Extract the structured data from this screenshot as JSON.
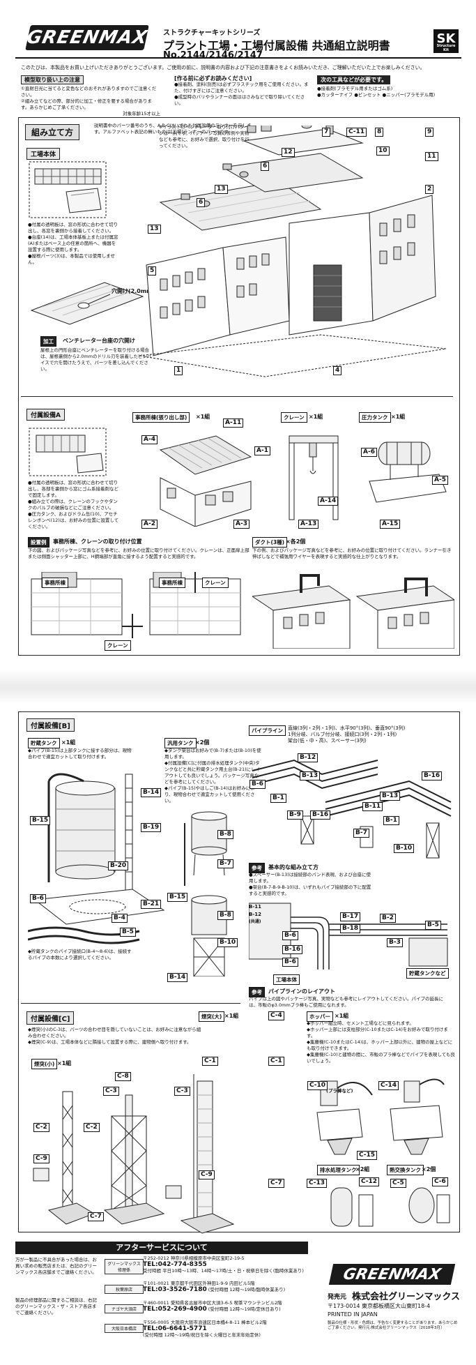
{
  "header": {
    "logo": "GREENMAX",
    "series": "ストラクチャーキットシリーズ",
    "title": "プラント工場・工場付属設備 共通組立説明書",
    "model_no": "No.2144/2146/2147",
    "badge": "SK",
    "badge_sub": "Structure Kit"
  },
  "intro": "このたびは、本製品をお買い上げいただきありがとうございます。ご使用の前に、説明書の内容および下記の注意書きをよくお読みいただき、ご理解いただいた上でお楽しみください。",
  "notes": {
    "handling": {
      "title": "模型取り扱い上の注意",
      "lines": [
        "①直射日光に当てると変色などのおそれがありますのでご注意ください。",
        "②組み立てなどの際、部分的に加工・修正を要する場合があります。あらかじめご了承ください。"
      ],
      "age": "対象年齢15才以上"
    },
    "caution": {
      "title": "[作る前に必ずお読みください]",
      "lines": [
        "●接着剤、塗料(別売)は必ずプラスチック用をご使用ください。また、付けすぎにはご注意ください。",
        "●成型時のバリやランナーの面ははさみなどで取り除いてください。"
      ]
    },
    "tools": {
      "title": "次の工具などが必要です。",
      "lines": [
        "●接着剤(プラモデル用またはゴム系)",
        "●カッターナイフ ●ピンセット ●ニッパー(プラモデル用)"
      ]
    }
  },
  "assembly": {
    "title": "組み立て方",
    "desc": "説明書中のパーツ番号のうち、A-B-Cはいずれも付属設備のランナーを示します。アルファベット表記の無いものは[工場]ランナーのパーツです。",
    "factory": {
      "title": "工場本体",
      "illust_note": "※イラストのベンチレーター取り付けパターンは一例です。パッケージ写真の作例や実物なども参考に、お好みで選択、取り付けを行ってください。",
      "notes": [
        "●付属の透明板は、窓の形状に合わせて切り出し、各窓を裏側から接着してください。",
        "●台座(14)は、工場本体基板上または付属窓(A)またはベース上の任意の箇所へ、機器を設置する際に使用します。",
        "●屋根パーツ(3)は、本製品では使用しません。"
      ],
      "hole": "穴開け(2.0mm)",
      "ventilator_tag": "加工",
      "ventilator_title": "ベンチレーター台座の穴開け",
      "ventilator_text": "屋根上の円形台座にベンチレーターを取り付ける場合は、屋根裏側から2.0mmのドリル刃を装着したピンバイスで穴を開けたうえで、パーツを差し込んでください。",
      "parts": [
        "7",
        "C-11",
        "8",
        "9",
        "10",
        "11",
        "12",
        "6",
        "13",
        "6",
        "13",
        "5",
        "2",
        "1",
        "4"
      ]
    },
    "equipA": {
      "title": "付属設備A",
      "office": "事務所棟(張り出し部)",
      "office_qty": "×1組",
      "crane": "クレーン",
      "crane_qty": "×1組",
      "tank": "圧力タンク",
      "tank_qty": "×1組",
      "notes": [
        "●付属の透明板は、窓の形状に合わせて切り出し、各部を裏側から窓にゴム系接着剤などで固定します。",
        "●組み立ての際は、クレーンのフックやタンクのバルブの破損などにご注意ください。",
        "●圧力タンク、およびドラム缶(10)、アセチレンボンベ(12)は、お好みの位置に設置してください。"
      ],
      "parts_office": [
        "A-11",
        "A-4",
        "A-1",
        "A-2",
        "A-3"
      ],
      "parts_crane": [
        "A-14",
        "A-13"
      ],
      "parts_tank": [
        "A-6",
        "A-5",
        "A-15"
      ],
      "install_title": "設置例",
      "install_sub": "事務所棟、クレーンの取り付け位置",
      "install_text": "下の図、およびパッケージ写真などを参考に、お好みの位置に取り付けてください。クレーンは、正面扉上部または側面シャッター上部に、H鋼端部が直角に接するよう配置すると実感的です。",
      "office_tag": "事務所棟",
      "crane_tag": "クレーン",
      "crane_bottom": "クレーン",
      "duct": "ダクト(3種)",
      "duct_qty": "×各2個",
      "duct_text": "下の例、およびパッケージ写真などを参考に、お好みの位置に取り付けてください。ランナー引き伸ばしなどで補強用ワイヤーを表現すると実感的な仕上がりとなります。"
    }
  },
  "page2": {
    "equipB": {
      "title": "付属設備[B]",
      "storage_tank": "貯蔵タンク",
      "storage_qty": "×1組",
      "storage_notes": [
        "◆パイプ(B-15)は上部タンクに接する部分は、現物合わせで適宜カットして取り付けます。"
      ],
      "storage_bottom": "◆貯蔵タンクのパイプ接続口(B-4～8-6)は、接続するパイプの本数により選択してください。",
      "general_tank": "汎用タンク",
      "general_qty": "×2個",
      "general_notes": [
        "◆タンク架台はお好みで(B-7)または(B-10)を使用します。",
        "◆付属設備[C]に付属の排水処理タンク(中央)タンクなどと共に貯蔵タンク用土台(B-21)にレイアウトしても良いでしょう。パッケージ写真などを参考にしてください。",
        "◆パイプ(B-15)やはしご(B-14)はお好みにより、現物合わせで適宜カットして使用ください。"
      ],
      "pipeline": "パイプライン",
      "pipeline_spec": "直線(3列・2列・1列)、水平90°(3列)、垂直90°(3列)\n1列分岐、バルブ付分岐、接続口(3列・2列・1列)\n架台(低・中・高)、スペーサー(3列)",
      "ref1_tag": "参考",
      "ref1_title": "基本的な組み立て方",
      "ref1_notes": [
        "●スペーサー(B-13)は接続部のバンド表現、および台座に使用します。",
        "●架台(B-7-B-9-B-10)は、いずれもパイプ接続部の下に配置すると実感的です。"
      ],
      "factory_label": "工場本体",
      "storage_label": "貯蔵タンクなど",
      "ref2_tag": "参考",
      "ref2_title": "パイプラインのレイアウト",
      "ref2_text": "パイプは上の図やパッケージ写真、実物なども参考にレイアウトしてください。パイプの延長には、市販のφ3.0mmプラ棒もご使用になれます。",
      "parts_storage": [
        "B-14",
        "B-15",
        "B-19",
        "B-20",
        "B-21",
        "B-6",
        "B-4",
        "B-5"
      ],
      "parts_general": [
        "B-8",
        "B-7",
        "B-15",
        "B-8",
        "B-10",
        "B-14"
      ],
      "parts_pipe": [
        "B-12",
        "B-13",
        "B-16",
        "B-6",
        "B-1",
        "B-9",
        "B-16",
        "B-13",
        "B-11",
        "B-1",
        "B-7",
        "B-10"
      ],
      "parts_layout": [
        "B-11",
        "B-12",
        "(共通)",
        "B-17",
        "B-2",
        "B-18",
        "B-5",
        "B-6",
        "B-16",
        "B-6",
        "B-3"
      ]
    },
    "equipC": {
      "title": "付属設備[C]",
      "notes": [
        "◆煙突(小)のC-3は、パーツの合わせ目を隠していないことは、お好みに注意ながら組み合わせください。",
        "◆煙突(C-9)は、工場本体などに隣接して設置する際に、建物側へ取り付けます。"
      ],
      "chimney_big": "煙突(大)",
      "chimney_big_qty": "×1組",
      "chimney_small": "煙突(小)",
      "chimney_small_qty": "×1組",
      "hopper": "ホッパー",
      "hopper_qty": "×1組",
      "hopper_notes": [
        "◆ホッパー組立時、セメント工場などに見られます。",
        "◆ホッパー上部には支柱部分(C-10またはC-14)をお好みで取り付けます。",
        "◆集塵機(C-10またはC-14)は、ホッパー上部以外に、建物の屋上などにも取り付けできます。",
        "◆集塵機(C-10)と建物の間に、市販のプラ棒などでパイプを表現しても良いでしょう。"
      ],
      "funnel_note": "(プラ棒など)",
      "wastewater": "排水処理タンク",
      "wastewater_qty": "×2組",
      "heat_tank": "熱交換タンク",
      "heat_qty": "×2個",
      "parts_small": [
        "C-2",
        "C-2",
        "C-9",
        "C-7"
      ],
      "parts_mid": [
        "C-8",
        "C-3",
        "C-3"
      ],
      "parts_big": [
        "C-4",
        "C-1",
        "C-1",
        "C-9",
        "C-7"
      ],
      "parts_hopper": [
        "C-10",
        "C-14",
        "C-15"
      ],
      "parts_ww": [
        "C-13",
        "C-12"
      ],
      "parts_heat": [
        "C-5",
        "C-6"
      ]
    },
    "footer": {
      "after_service": "アフターサービスについて",
      "after_text": "万が一製品に不具合があった場合は、お買い求めの販売店または、右記のグリーンマックス各店舗までご連絡ください。",
      "after_text2": "製品の修理部品に関するご相談は、右記のグリーンマックス・ザ・ストア各店までご連絡ください。",
      "shops": [
        {
          "name": "グリーンマックス\n修理係",
          "addr": "〒252-0212 神奈川県相模原市中央区宝町2-19-5",
          "tel": "TEL:042-774-8355",
          "hours": "受付時間 平日10時～13時、14時～17時/土・日・祝祭日を除く(臨時休業あり)"
        },
        {
          "name": "秋葉原店",
          "addr": "〒101-0021 東京都千代田区外神田1-9-9 内田ビル5階",
          "tel": "TEL:03-3526-7180",
          "hours": "(受付時間 12時～19時/臨時休業あり)"
        },
        {
          "name": "ナゴヤ大須店",
          "addr": "〒460-0011 愛知県名古屋市中区大須3-6-5 喫茶マウンテンビル2階",
          "tel": "TEL:052-269-4900",
          "hours": "(受付時間 12時～19時/定休日あり)"
        },
        {
          "name": "大阪日本橋店",
          "addr": "〒556-0005 大阪府大阪市浪速区日本橋4-8-11 棒本ビル2階",
          "tel": "TEL:06-6641-5771",
          "hours": "(受付時間 12時～19時/祝日を除く火曜日と年末年始定休)"
        }
      ],
      "logo": "GREENMAX",
      "seller": "発売元",
      "company": "株式会社グリーンマックス",
      "company_addr": "〒173-0014 東京都板橋区大山東町18-4",
      "printed": "PRINTED IN JAPAN",
      "copyright": "製品の仕様・形状・色調は、予告なく変更することがあります。あらかじめご了承ください。発行元:株式会社グリーンマックス〔2018年3月〕"
    }
  }
}
